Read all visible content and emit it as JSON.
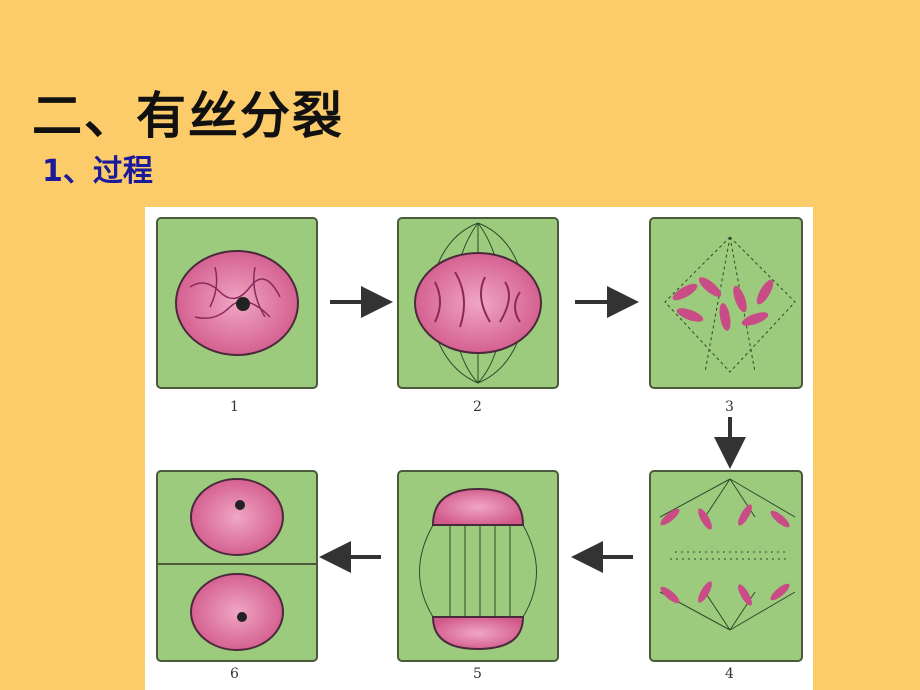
{
  "slide": {
    "title": "二、有丝分裂",
    "subtitle": "1、过程"
  },
  "figure": {
    "stage_labels": [
      "1",
      "2",
      "3",
      "4",
      "5",
      "6"
    ],
    "colors": {
      "background": "#FCCB6A",
      "cell_green": "#9CCB7E",
      "nucleus_pink": "#D9628F",
      "subtitle_blue": "#1a1a9a"
    }
  }
}
